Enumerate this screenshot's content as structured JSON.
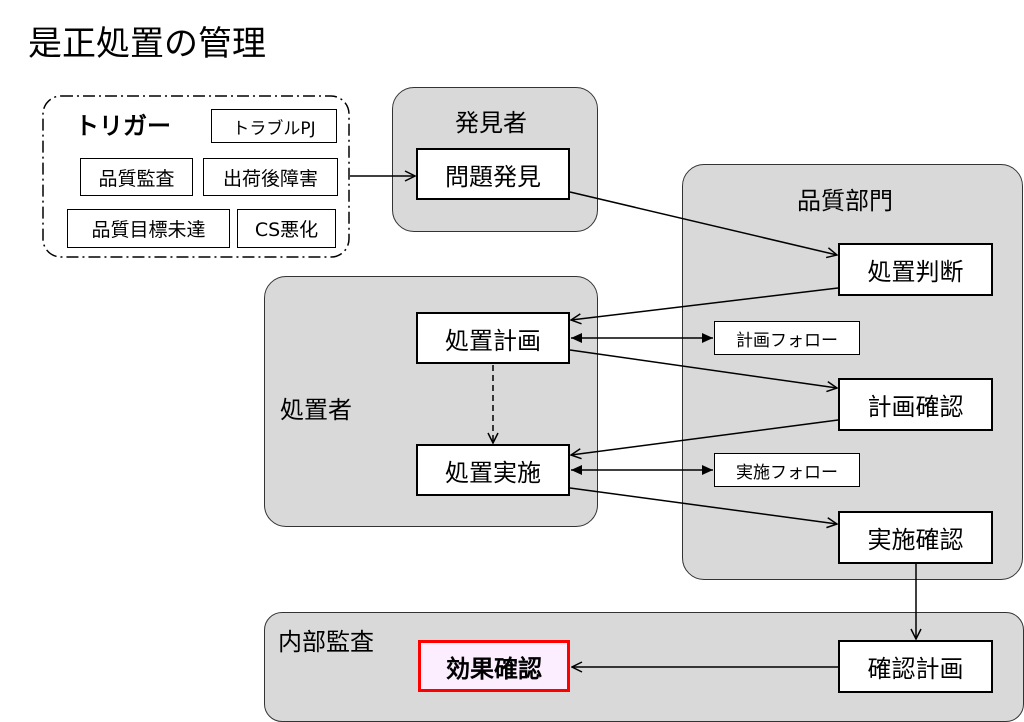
{
  "title": "是正処置の管理",
  "trigger": {
    "label": "トリガー",
    "items": [
      "トラブルPJ",
      "品質監査",
      "出荷後障害",
      "品質目標未達",
      "CS悪化"
    ]
  },
  "discoverer": {
    "label": "発見者",
    "problem_found": "問題発見"
  },
  "quality_dept": {
    "label": "品質部門",
    "judgement": "処置判断",
    "plan_check": "計画確認",
    "impl_check": "実施確認"
  },
  "handler": {
    "label": "処置者",
    "plan": "処置計画",
    "implement": "処置実施"
  },
  "follow": {
    "plan_follow": "計画フォロー",
    "impl_follow": "実施フォロー"
  },
  "audit": {
    "label": "内部監査",
    "effect_check": "効果確認",
    "check_plan": "確認計画"
  },
  "colors": {
    "panel": "#d9d9d9",
    "highlight_border": "#ff0000",
    "highlight_fill": "#fdeeff"
  }
}
